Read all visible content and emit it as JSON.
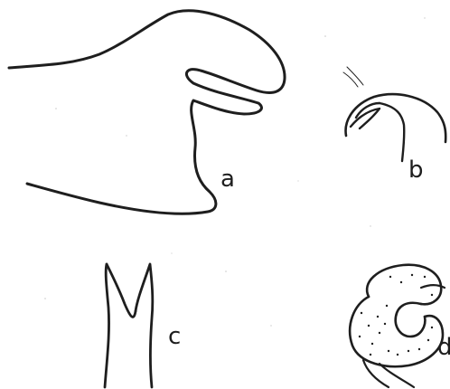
{
  "figure": {
    "labels": {
      "a": "a",
      "b": "b",
      "c": "c",
      "d": "d"
    },
    "ink_color": "#1e1e1e",
    "background_color": "#ffffff"
  }
}
